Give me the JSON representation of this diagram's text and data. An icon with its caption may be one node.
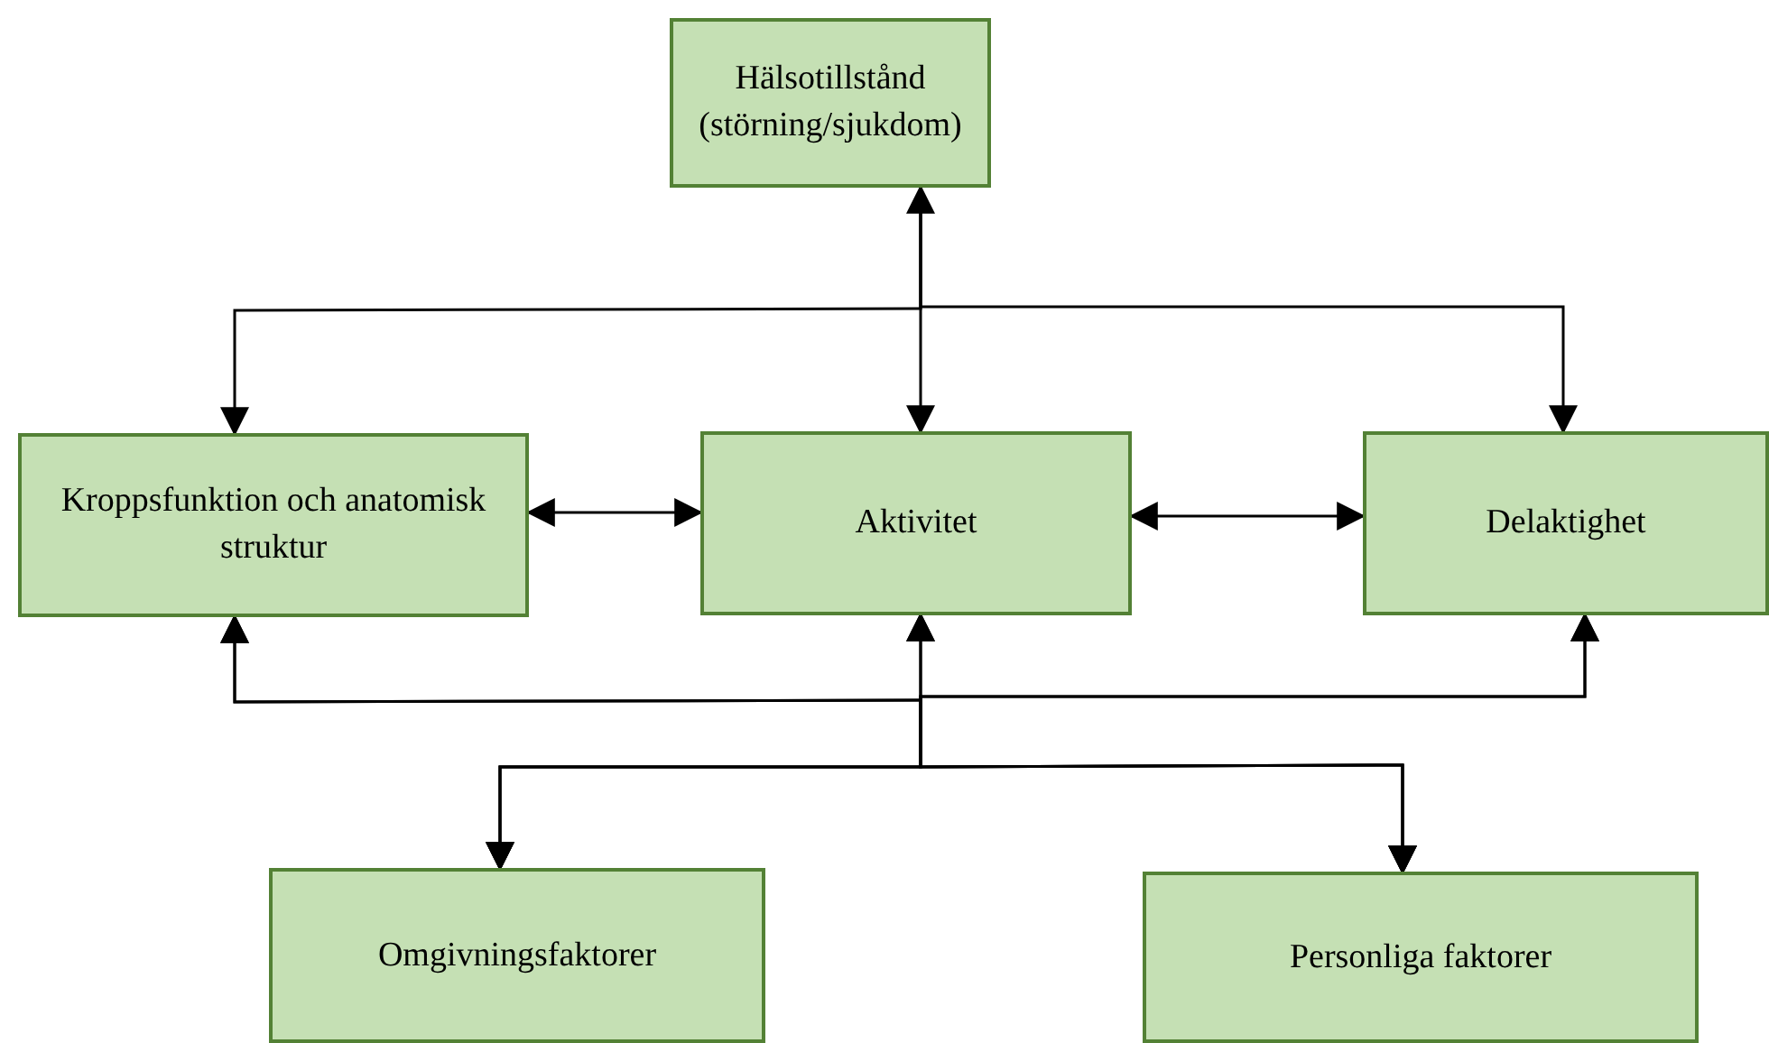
{
  "diagram": {
    "nodes": [
      {
        "text": [
          "Hälsotillstånd (störning/sjukdom)"
        ]
      },
      {
        "text": [
          "Kroppsfunktion och anatomisk struktur"
        ]
      },
      {
        "text": [
          "Aktivitet"
        ]
      },
      {
        "text": [
          "Delaktighet"
        ]
      },
      {
        "text": [
          "Omgivningsfaktorer"
        ]
      },
      {
        "text": [
          "Personliga faktorer"
        ]
      }
    ],
    "edges": [
      {
        "from": 0,
        "to": 1,
        "arrow": "to"
      },
      {
        "from": 0,
        "to": 2,
        "arrow": "both"
      },
      {
        "from": 0,
        "to": 3,
        "arrow": "to"
      },
      {
        "from": 1,
        "to": 2,
        "arrow": "both"
      },
      {
        "from": 2,
        "to": 3,
        "arrow": "both"
      },
      {
        "from": 4,
        "to": 1,
        "arrow": "both"
      },
      {
        "from": 4,
        "to": 2,
        "arrow": "both"
      },
      {
        "from": 4,
        "to": 3,
        "arrow": "both"
      },
      {
        "from": 5,
        "to": 1,
        "arrow": "both"
      },
      {
        "from": 5,
        "to": 2,
        "arrow": "both"
      },
      {
        "from": 5,
        "to": 3,
        "arrow": "both"
      }
    ]
  }
}
